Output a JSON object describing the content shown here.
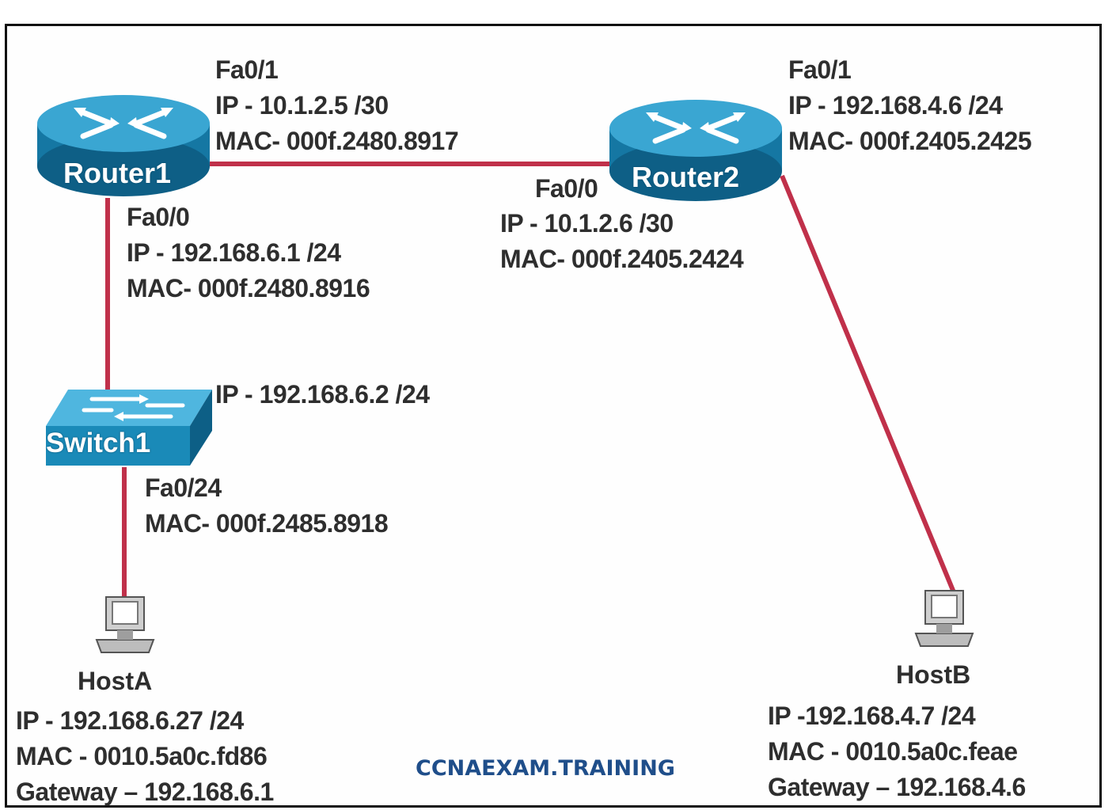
{
  "devices": {
    "router1": {
      "name": "Router1"
    },
    "router2": {
      "name": "Router2"
    },
    "switch1": {
      "name": "Switch1"
    },
    "hostA": {
      "name": "HostA",
      "ip": "IP - 192.168.6.27 /24",
      "mac": "MAC - 0010.5a0c.fd86",
      "gateway": "Gateway – 192.168.6.1"
    },
    "hostB": {
      "name": "HostB",
      "ip": "IP -192.168.4.7 /24",
      "mac": "MAC - 0010.5a0c.feae",
      "gateway": "Gateway – 192.168.4.6"
    }
  },
  "interfaces": {
    "r1_fa01": {
      "port": "Fa0/1",
      "ip": "IP - 10.1.2.5 /30",
      "mac": "MAC- 000f.2480.8917"
    },
    "r1_fa00": {
      "port": "Fa0/0",
      "ip": "IP - 192.168.6.1 /24",
      "mac": "MAC- 000f.2480.8916"
    },
    "r2_fa01": {
      "port": "Fa0/1",
      "ip": "IP - 192.168.4.6 /24",
      "mac": "MAC- 000f.2405.2425"
    },
    "r2_fa00": {
      "port": "Fa0/0",
      "ip": "IP - 10.1.2.6 /30",
      "mac": "MAC- 000f.2405.2424"
    },
    "sw1_mgmt": {
      "ip": "IP - 192.168.6.2 /24"
    },
    "sw1_fa024": {
      "port": "Fa0/24",
      "mac": "MAC- 000f.2485.8918"
    }
  },
  "colors": {
    "link": "#c0304a",
    "device": "#1a8ab8",
    "device_dark": "#0d5f86"
  },
  "watermark": "CCNAEXAM.TRAINING"
}
